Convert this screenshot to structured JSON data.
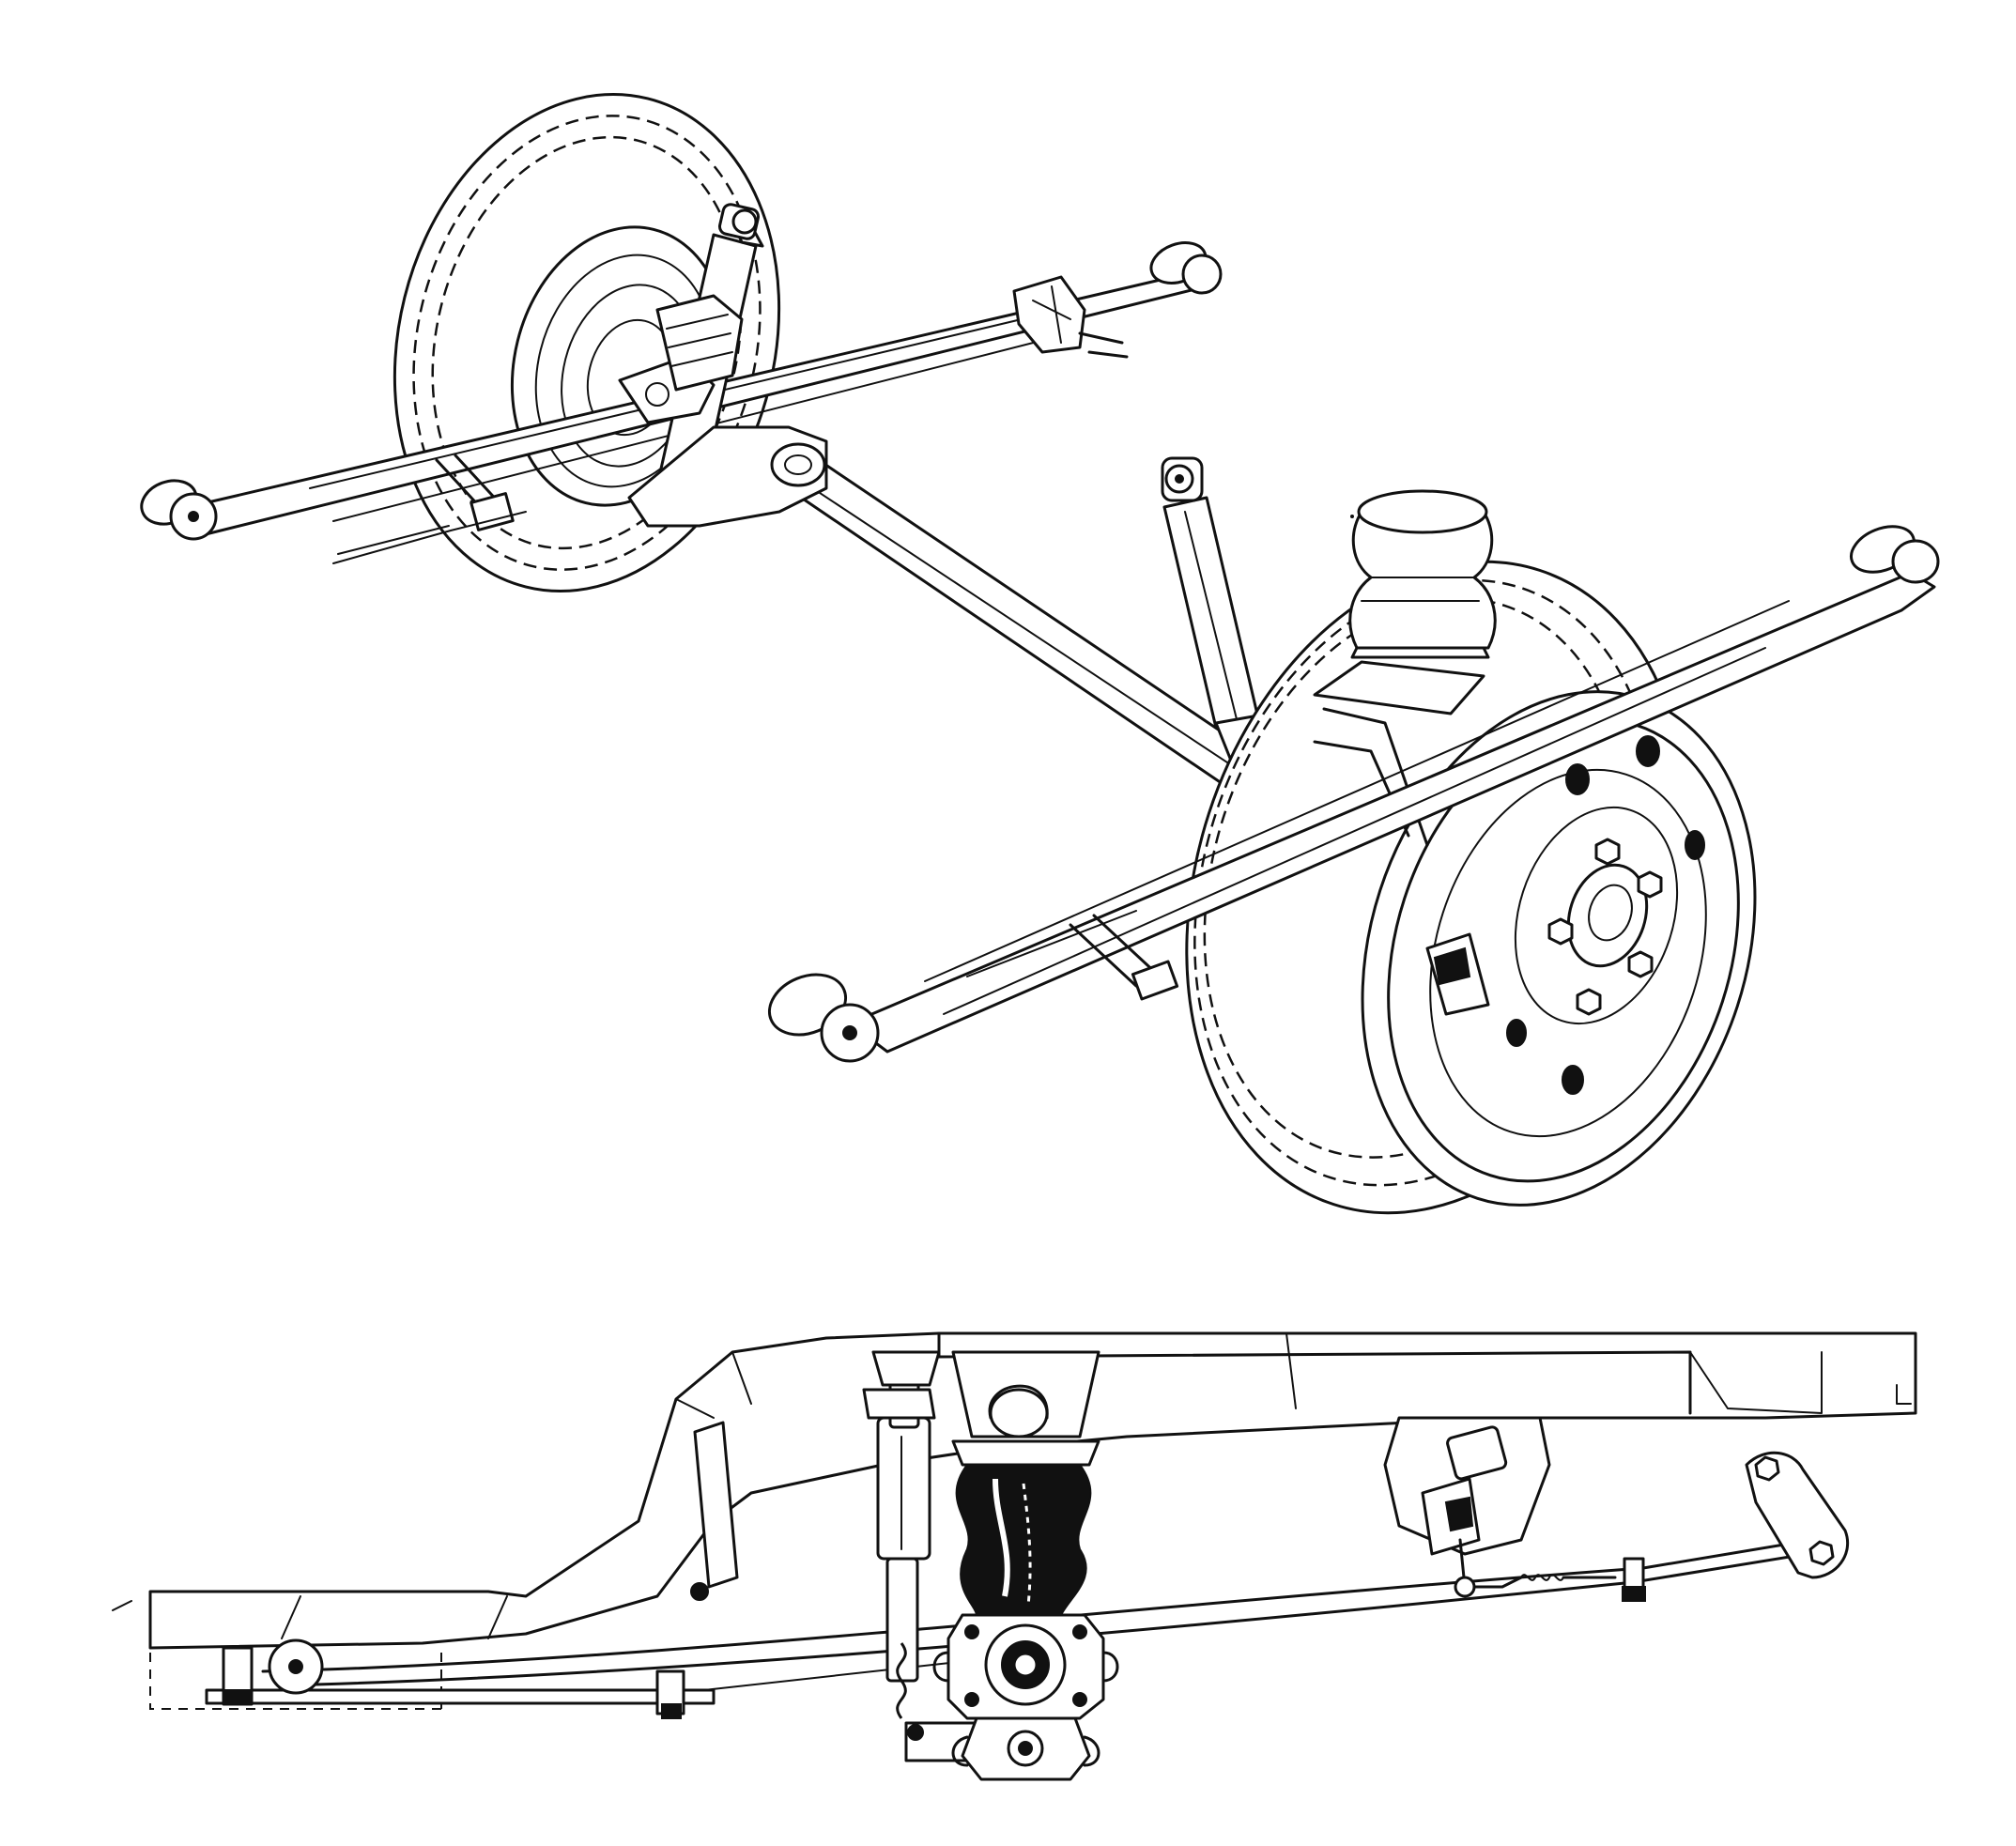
{
  "diagram": {
    "views": [
      {
        "id": "isometric-axle-view",
        "components": [
          "left-wheel",
          "right-wheel",
          "axle-beam",
          "left-leaf-spring",
          "right-leaf-spring",
          "left-shock-absorber",
          "right-shock-absorber",
          "air-spring"
        ]
      },
      {
        "id": "side-elevation-view",
        "components": [
          "chassis-frame",
          "leaf-spring",
          "shock-absorber",
          "air-spring",
          "axle-hub",
          "rear-shackle",
          "leveling-valve"
        ]
      }
    ],
    "colors": {
      "ink": "#111111",
      "paper": "#ffffff"
    }
  }
}
